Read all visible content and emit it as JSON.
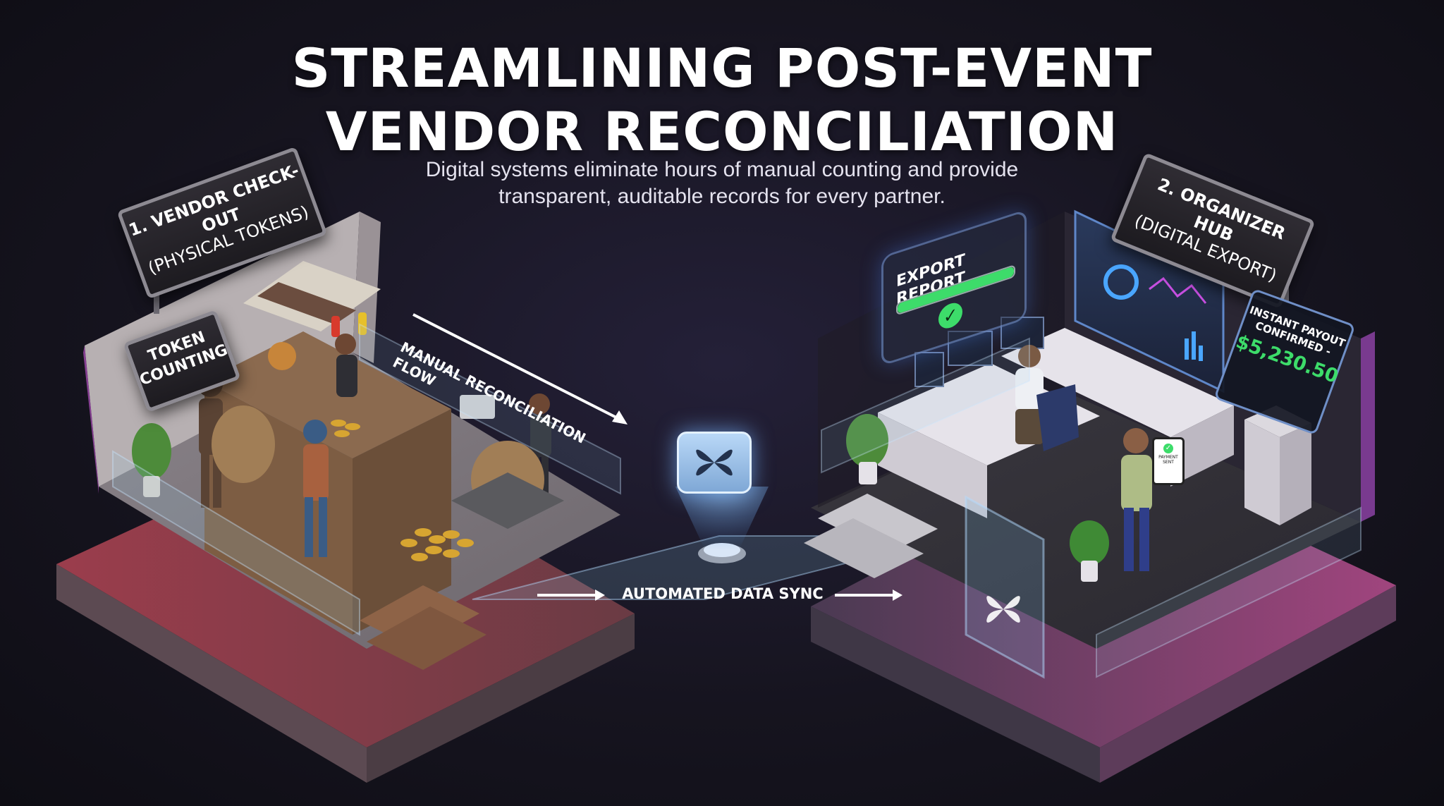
{
  "header": {
    "title_line1": "STREAMLINING POST-EVENT",
    "title_line2": "VENDOR RECONCILIATION",
    "subtitle_line1": "Digital systems eliminate hours of manual counting and provide",
    "subtitle_line2": "transparent, auditable records for every partner."
  },
  "left_scene": {
    "sign_line1": "1. VENDOR CHECK-OUT",
    "sign_line2": "(PHYSICAL TOKENS)",
    "token_sign_line1": "TOKEN",
    "token_sign_line2": "COUNTING",
    "flow_label": "MANUAL RECONCILIATION FLOW"
  },
  "center": {
    "sync_label": "AUTOMATED DATA SYNC",
    "logo_icon": "x-petal-logo-icon"
  },
  "right_scene": {
    "sign_line1": "2. ORGANIZER HUB",
    "sign_line2": "(DIGITAL EXPORT)",
    "export_label": "EXPORT REPORT",
    "payout_line1": "INSTANT PAYOUT",
    "payout_line2": "CONFIRMED -",
    "payout_amount": "$5,230.50",
    "phone_line1": "PAYMENT",
    "phone_line2": "SENT"
  },
  "colors": {
    "accent_green": "#3ddc6a",
    "accent_purple": "#b04ad8",
    "accent_blue": "#6fb6ff",
    "background": "#16141f"
  }
}
